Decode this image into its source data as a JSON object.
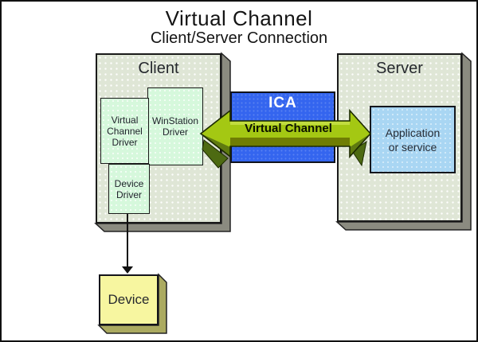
{
  "diagram": {
    "title": "Virtual Channel",
    "subtitle": "Client/Server Connection",
    "client": {
      "label": "Client",
      "virtual_channel_driver": "Virtual\nChannel\nDriver",
      "winstation_driver": "WinStation\nDriver",
      "device_driver": "Device\nDriver"
    },
    "server": {
      "label": "Server",
      "application": "Application\nor service"
    },
    "ica": {
      "label": "ICA"
    },
    "arrow": {
      "label": "Virtual Channel"
    },
    "device": {
      "label": "Device"
    },
    "colors": {
      "client_server_fill": "#dfe6d6",
      "driver_box_fill": "#d6f8dc",
      "ica_fill": "#3465ef",
      "arrow_green": "#a4c813",
      "arrow_dark_band": "#6f7d04",
      "arrow_underside": "#4d6a12",
      "application_fill": "#a9d6f3",
      "device_fill": "#f7f6a0",
      "box_shadow_gray": "#8b8b80",
      "device_shadow_khaki": "#abaa60"
    }
  }
}
